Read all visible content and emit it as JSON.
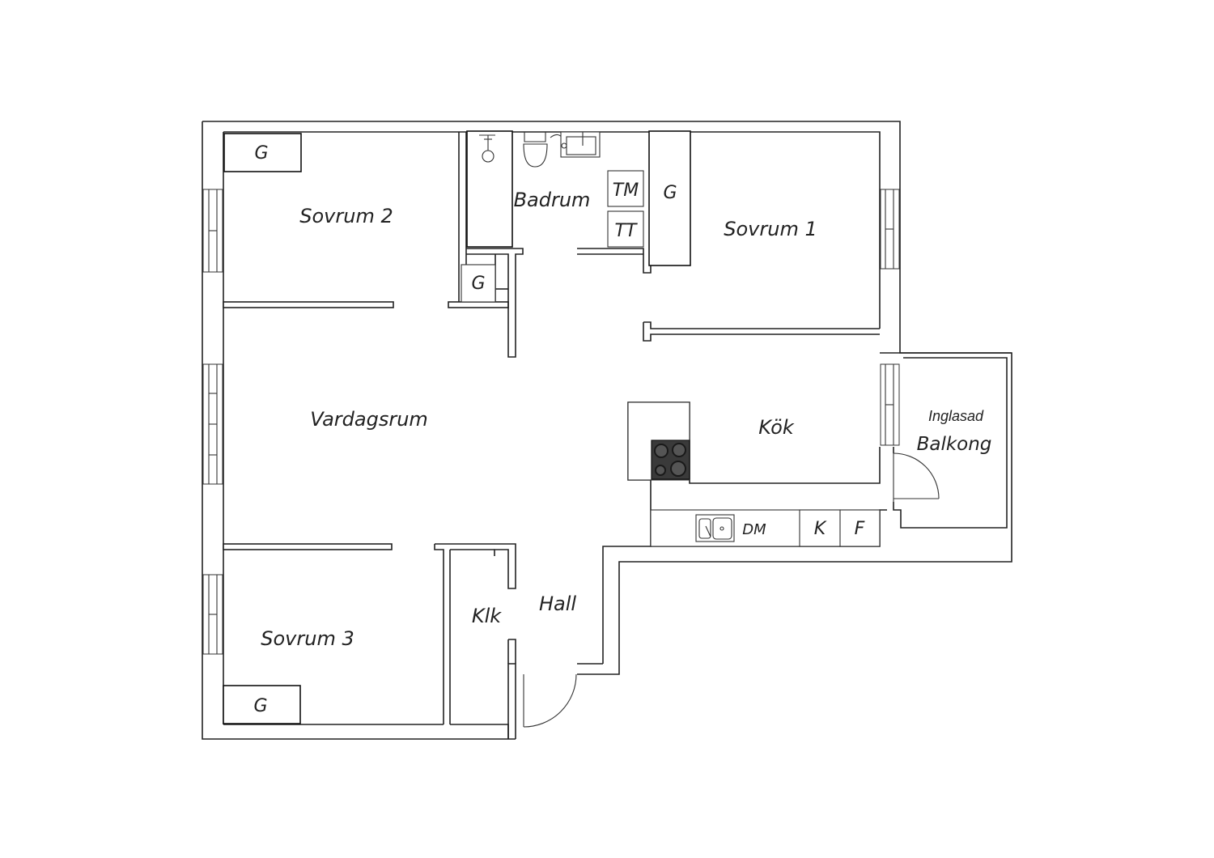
{
  "rooms": {
    "sovrum2": "Sovrum 2",
    "sovrum1": "Sovrum 1",
    "sovrum3": "Sovrum 3",
    "badrum": "Badrum",
    "vardagsrum": "Vardagsrum",
    "kok": "Kök",
    "hall": "Hall",
    "klk": "Klk",
    "balkong_line1": "Inglasad",
    "balkong_line2": "Balkong"
  },
  "fixtures": {
    "garderob": "G",
    "tvattmaskin": "TM",
    "torktumlare": "TT",
    "diskmaskin": "DM",
    "kyl": "K",
    "frys": "F"
  }
}
